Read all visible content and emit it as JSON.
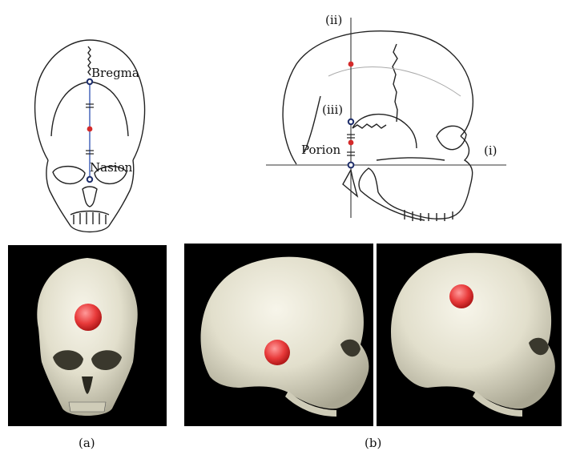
{
  "frontal_diagram": {
    "labels": {
      "top": "Bregma",
      "bottom": "Nasion"
    }
  },
  "lateral_diagram": {
    "labels": {
      "vertical": "(ii)",
      "middle": "(iii)",
      "horizontal": "(i)",
      "landmark": "Porion"
    }
  },
  "captions": {
    "a": "(a)",
    "b": "(b)"
  },
  "colors": {
    "marker": "#d42a2a",
    "photo_bg": "#000000",
    "bone": "#e7e4d4",
    "line": "#2b4fb0"
  },
  "photos": [
    {
      "view": "frontal"
    },
    {
      "view": "lateral"
    },
    {
      "view": "lateral"
    }
  ]
}
